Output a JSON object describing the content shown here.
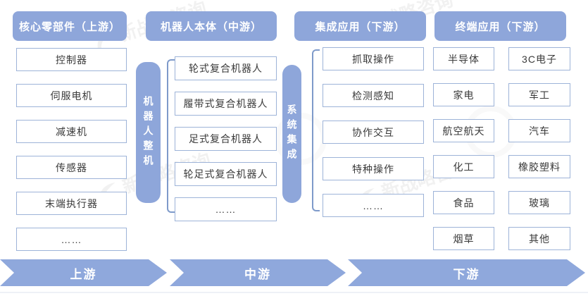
{
  "diagram": {
    "headers": [
      "核心零部件（上游）",
      "机器人本体（中游）",
      "集成应用（下游）",
      "终端应用（下游）"
    ],
    "upstream_components": [
      "控制器",
      "伺服电机",
      "减速机",
      "传感器",
      "末端执行器",
      "……"
    ],
    "bars": [
      "机器人整机",
      "系统集成"
    ],
    "midstream_robots": [
      "轮式复合机器人",
      "履带式复合机器人",
      "足式复合机器人",
      "轮足式复合机器人",
      "……"
    ],
    "integration_apps": [
      "抓取操作",
      "检测感知",
      "协作交互",
      "特种操作",
      "……"
    ],
    "terminal_apps_left": [
      "半导体",
      "家电",
      "航空航天",
      "化工",
      "食品",
      "烟草"
    ],
    "terminal_apps_right": [
      "3C电子",
      "军工",
      "汽车",
      "橡胶塑料",
      "玻璃",
      "其他"
    ],
    "flow_arrows": [
      "上游",
      "中游",
      "下游"
    ],
    "watermark": "新战略咨询",
    "colors": {
      "primary_blue": "#8ea6da",
      "arrow_blue": "#8fa8dc",
      "box_border": "#9db3d8",
      "bracket": "#7e9aca",
      "text_dark": "#3a3a3a"
    }
  }
}
